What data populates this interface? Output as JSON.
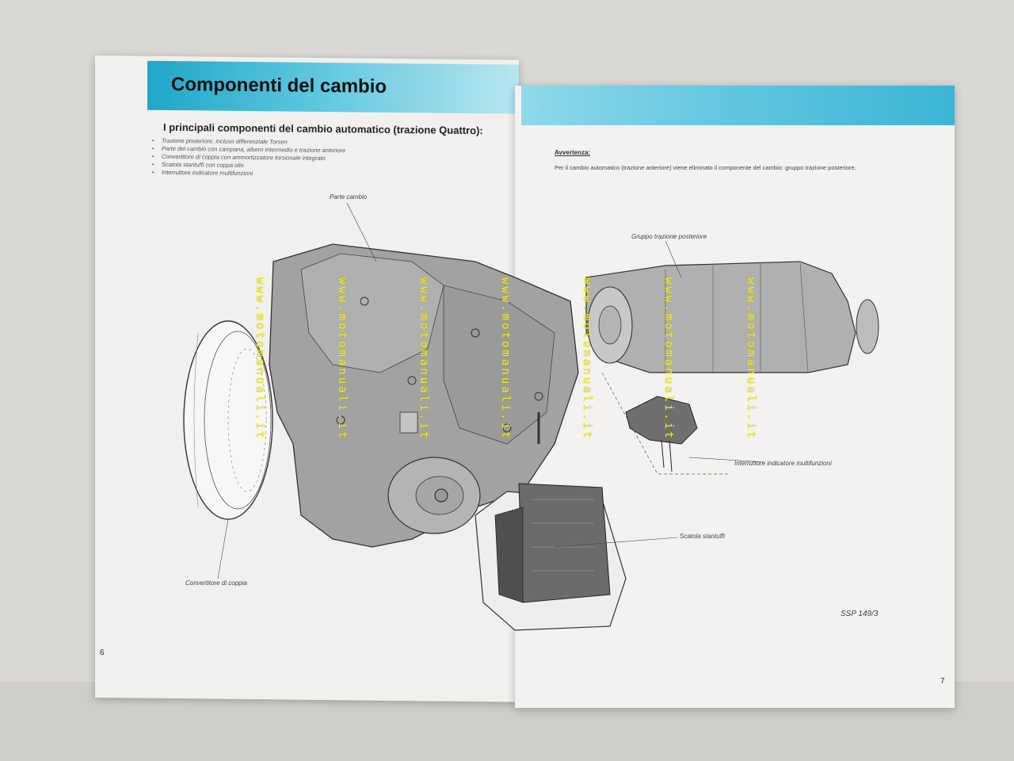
{
  "left_page": {
    "title": "Componenti del cambio",
    "subtitle": "I principali componenti del cambio automatico (trazione Quattro):",
    "bullets": [
      "Trazione posteriore, incluso differenziale Torsen",
      "Parte del cambio con campana, albero intermedio e trazione anteriore",
      "Convertitore di coppia con ammortizzatore torsionale integrato",
      "Scatola stantuffi con coppa olio",
      "Interruttore indicatore multifunzioni"
    ],
    "page_number": "6"
  },
  "right_page": {
    "note_heading": "Avvertenza:",
    "note_text": "Per il cambio automatico (trazione anteriore) viene eliminato il componente del cambio: gruppo trazione posteriore.",
    "page_number": "7",
    "ssp_code": "SSP 149/3"
  },
  "labels": {
    "gearbox_part": "Parte cambio",
    "rear_drive": "Gruppo trazione posteriore",
    "multifunction_switch": "Interruttore indicatore multifunzioni",
    "valve_body": "Scatola stantuffi",
    "torque_converter": "Convertitore di coppia"
  },
  "watermark": "www.motomanuali.it",
  "colors": {
    "header_band": "#1fa6c7",
    "watermark": "#f3ef1a",
    "illustration_gray": "#9e9e9e"
  }
}
